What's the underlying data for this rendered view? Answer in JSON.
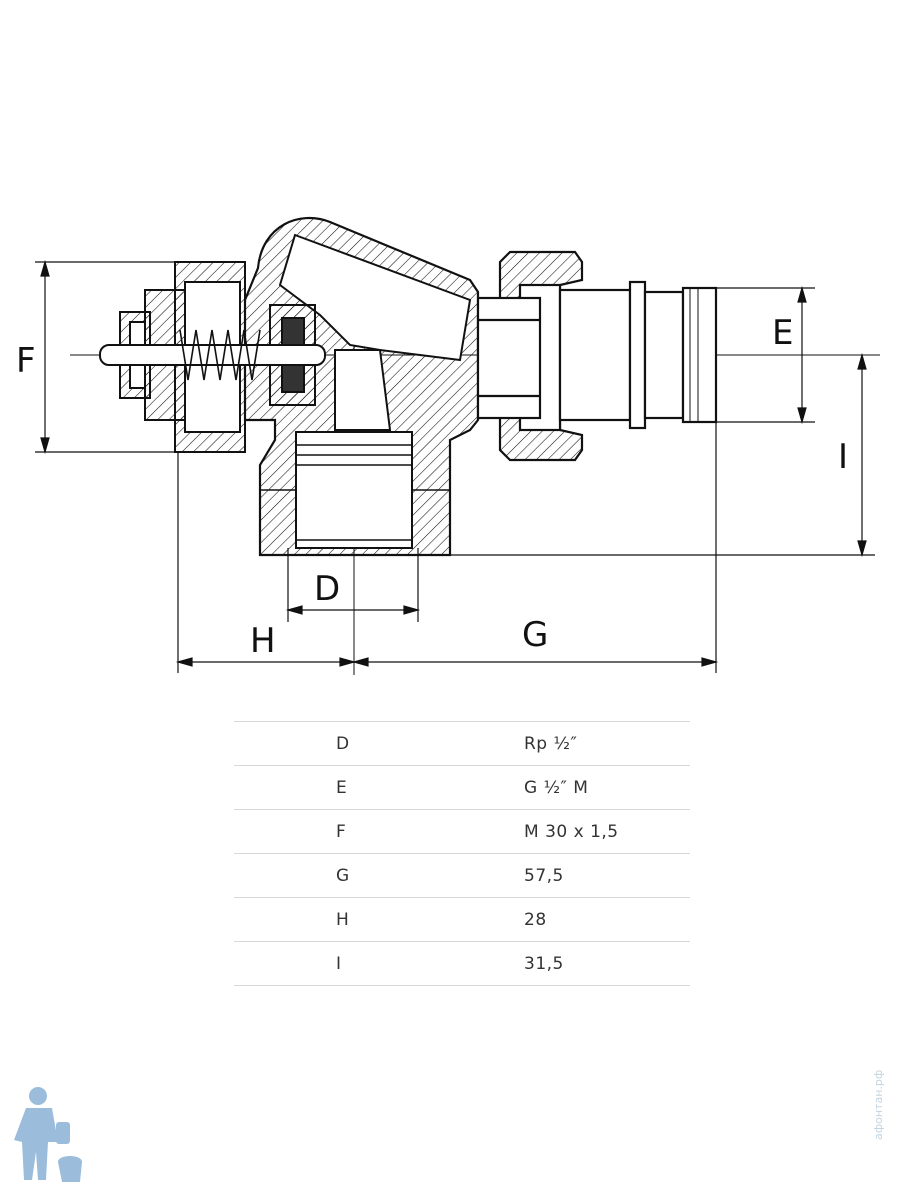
{
  "dimension_labels": {
    "D": "D",
    "E": "E",
    "F": "F",
    "G": "G",
    "H": "H",
    "I": "I"
  },
  "spec_table": [
    {
      "key": "D",
      "value": "Rp ½″"
    },
    {
      "key": "E",
      "value": "G ½″ M"
    },
    {
      "key": "F",
      "value": "M 30 x 1,5"
    },
    {
      "key": "G",
      "value": "57,5"
    },
    {
      "key": "H",
      "value": "28"
    },
    {
      "key": "I",
      "value": "31,5"
    }
  ],
  "watermark": "афонтан.рф",
  "colors": {
    "ink": "#111111",
    "rule": "#d8d8d8",
    "mascot": "#7aa8d0"
  }
}
